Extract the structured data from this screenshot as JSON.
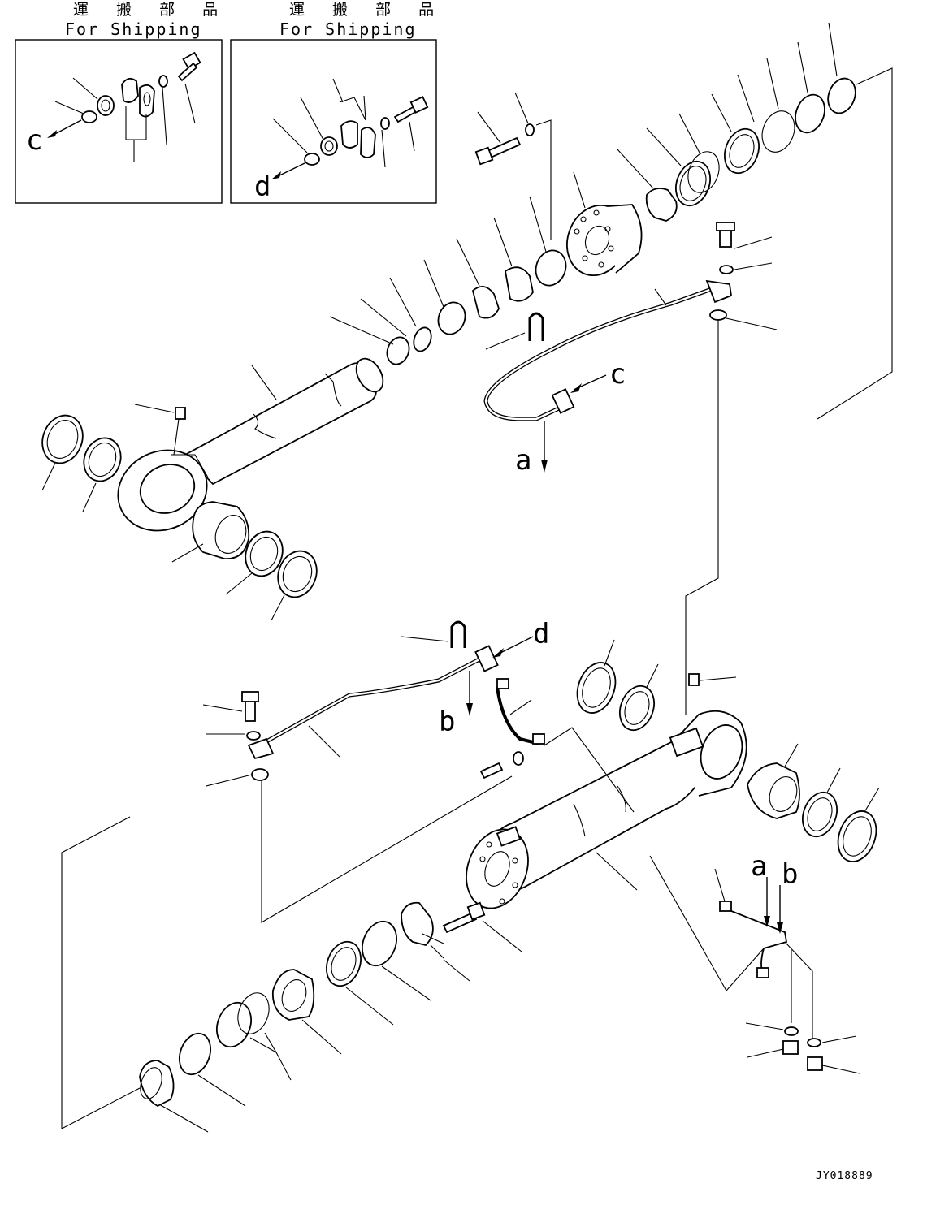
{
  "shipping_boxes": [
    {
      "kanji": "運 搬 部 品",
      "label": "For Shipping",
      "ref": "c"
    },
    {
      "kanji": "運 搬 部 品",
      "label": "For Shipping",
      "ref": "d"
    }
  ],
  "refs": {
    "a": "a",
    "b": "b",
    "c": "c",
    "d": "d"
  },
  "drawing_code": "JY018889"
}
